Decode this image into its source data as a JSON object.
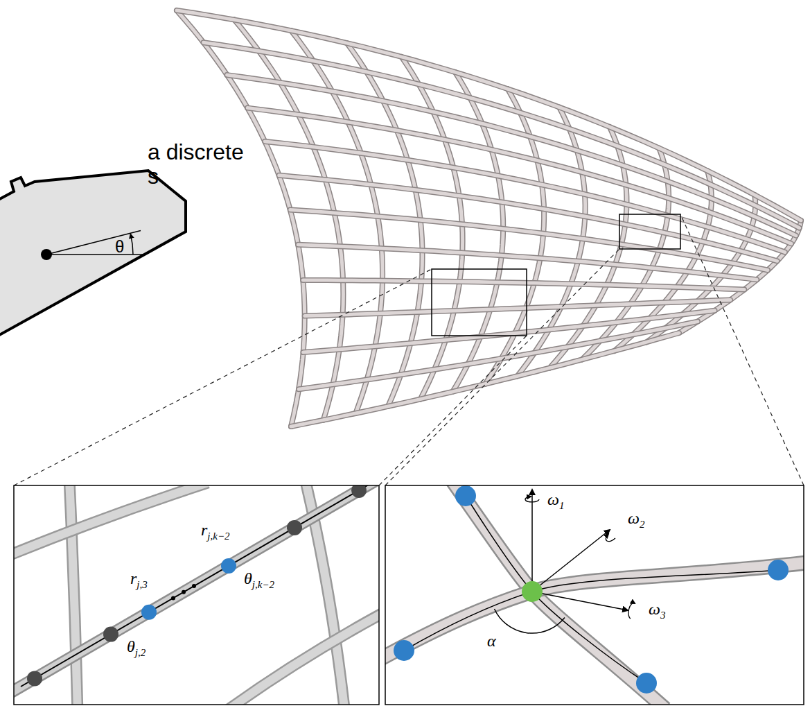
{
  "diagram": {
    "labels": [
      "a discrete",
      "s",
      "θ",
      "rj,3",
      "θj,2",
      "rj,k−2",
      "θj,k−2",
      "ω1",
      "ω2",
      "ω3",
      "α"
    ]
  }
}
